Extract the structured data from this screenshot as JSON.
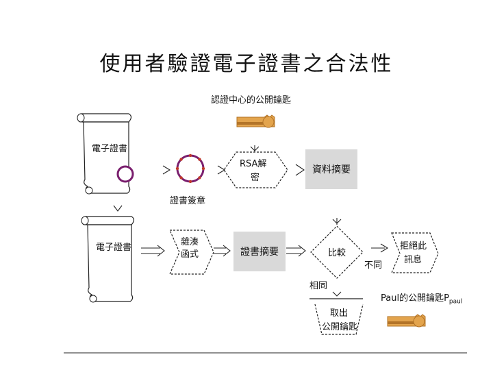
{
  "title": "使用者驗證電子證書之合法性",
  "labels": {
    "ca_public_key": "認證中心的公開鑰匙",
    "cert_top": "電子證書",
    "cert_signature": "證書簽章",
    "rsa_decrypt_1": "RSA解",
    "rsa_decrypt_2": "密",
    "message_digest": "資料摘要",
    "cert_bottom": "電子證書",
    "hash_1": "雜湊",
    "hash_2": "函式",
    "cert_digest": "證書摘要",
    "compare": "比較",
    "different": "不同",
    "reject_1": "拒絕此",
    "reject_2": "訊息",
    "same": "相同",
    "extract_1": "取出",
    "extract_2": "公開鑰匙",
    "paul_key": "Paul的公開鑰匙P",
    "paul_key_sub": "paul"
  },
  "colors": {
    "key": "#e3a44d",
    "key_dark": "#b37428",
    "seal_ring": "#7a1f6e",
    "seal_dots": "#c0392b",
    "box_fill": "#d9d9d9"
  }
}
